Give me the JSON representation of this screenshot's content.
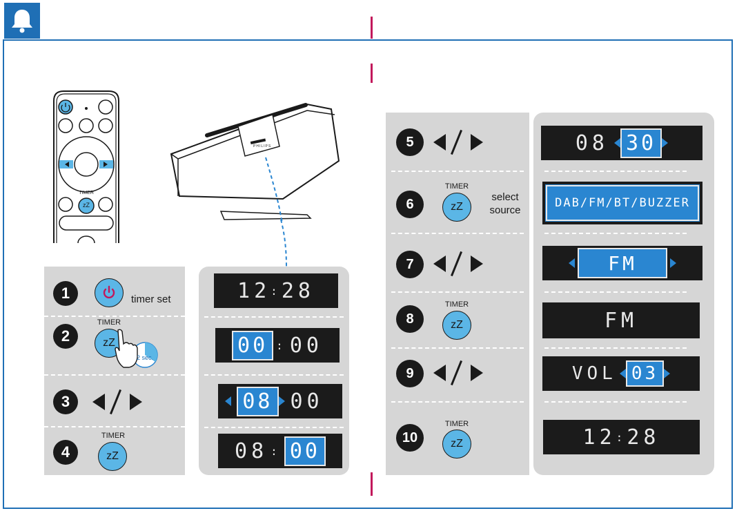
{
  "left": {
    "steps": [
      {
        "num": "1",
        "button_label": "",
        "text": "timer set"
      },
      {
        "num": "2",
        "button_label": "TIMER",
        "button_glyph": "zZ",
        "hold": "2 sec."
      },
      {
        "num": "3"
      },
      {
        "num": "4",
        "button_label": "TIMER",
        "button_glyph": "zZ"
      }
    ],
    "displays": [
      {
        "left": "12",
        "sep": ":",
        "right": "28"
      },
      {
        "left": "00",
        "sep": ":",
        "right": "00"
      },
      {
        "left": "08",
        "sep": "",
        "right": "00"
      },
      {
        "left": "08",
        "sep": ":",
        "right": "00"
      }
    ]
  },
  "right": {
    "steps": [
      {
        "num": "5"
      },
      {
        "num": "6",
        "button_label": "TIMER",
        "button_glyph": "zZ",
        "text": "select\nsource"
      },
      {
        "num": "7"
      },
      {
        "num": "8",
        "button_label": "TIMER",
        "button_glyph": "zZ"
      },
      {
        "num": "9"
      },
      {
        "num": "10",
        "button_label": "TIMER",
        "button_glyph": "zZ"
      }
    ],
    "displays": [
      {
        "left": "08",
        "right": "30"
      },
      {
        "text": "DAB/FM/BT/BUZZER"
      },
      {
        "text": "FM"
      },
      {
        "text": "FM"
      },
      {
        "left": "VOL",
        "right": "03"
      },
      {
        "left": "12",
        "sep": ":",
        "right": "28"
      }
    ]
  },
  "remote": {
    "buttons": [
      "power",
      "dot",
      "",
      "",
      "",
      "",
      "",
      "",
      "zZ",
      "",
      "",
      ""
    ],
    "timer_label": "TIMER",
    "timer_glyph": "zZ"
  },
  "speaker": {
    "brand": "PHILIPS"
  },
  "colors": {
    "accent": "#1f6fb5",
    "highlight": "#2a86d1",
    "button": "#5bb6e6",
    "divider": "#c2185b",
    "panel": "#d6d6d6"
  }
}
